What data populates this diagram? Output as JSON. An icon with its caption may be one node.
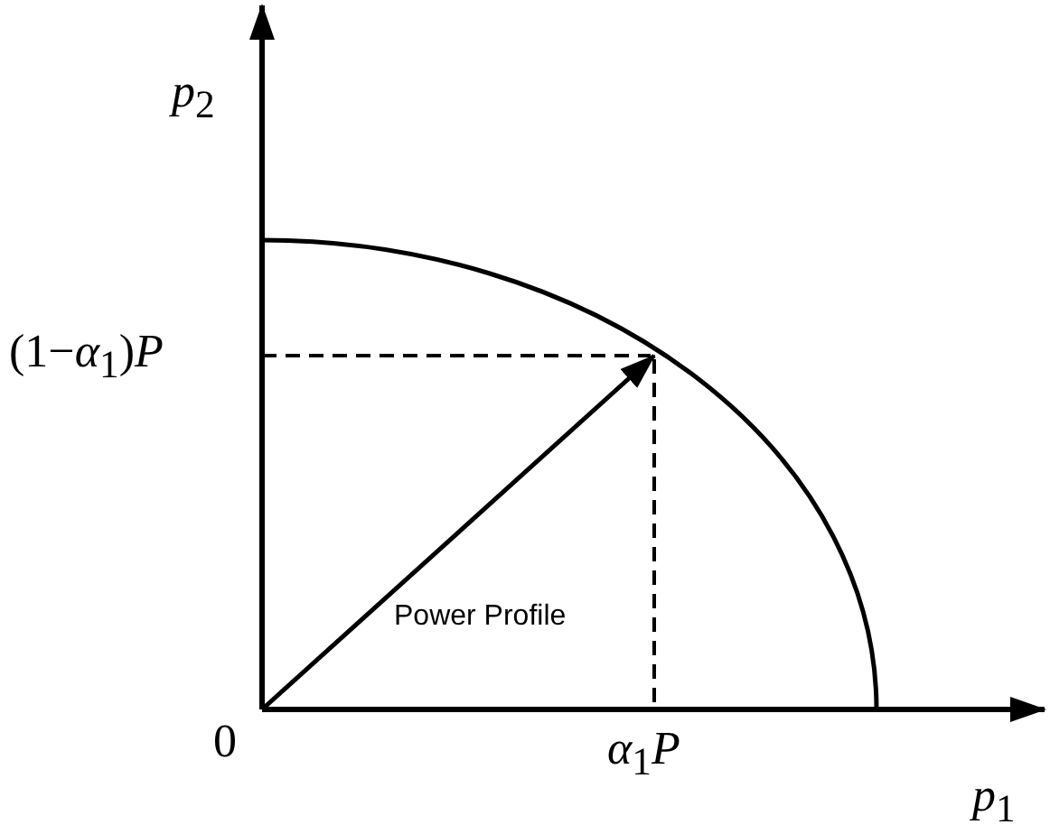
{
  "diagram": {
    "labels": [
      "*p*$_{2}$",
      "(1−*α*$_{1}$)*P*",
      "Power Profile",
      "0",
      "*α*$_{1}$*P*",
      "*p*$_{1}$"
    ]
  }
}
